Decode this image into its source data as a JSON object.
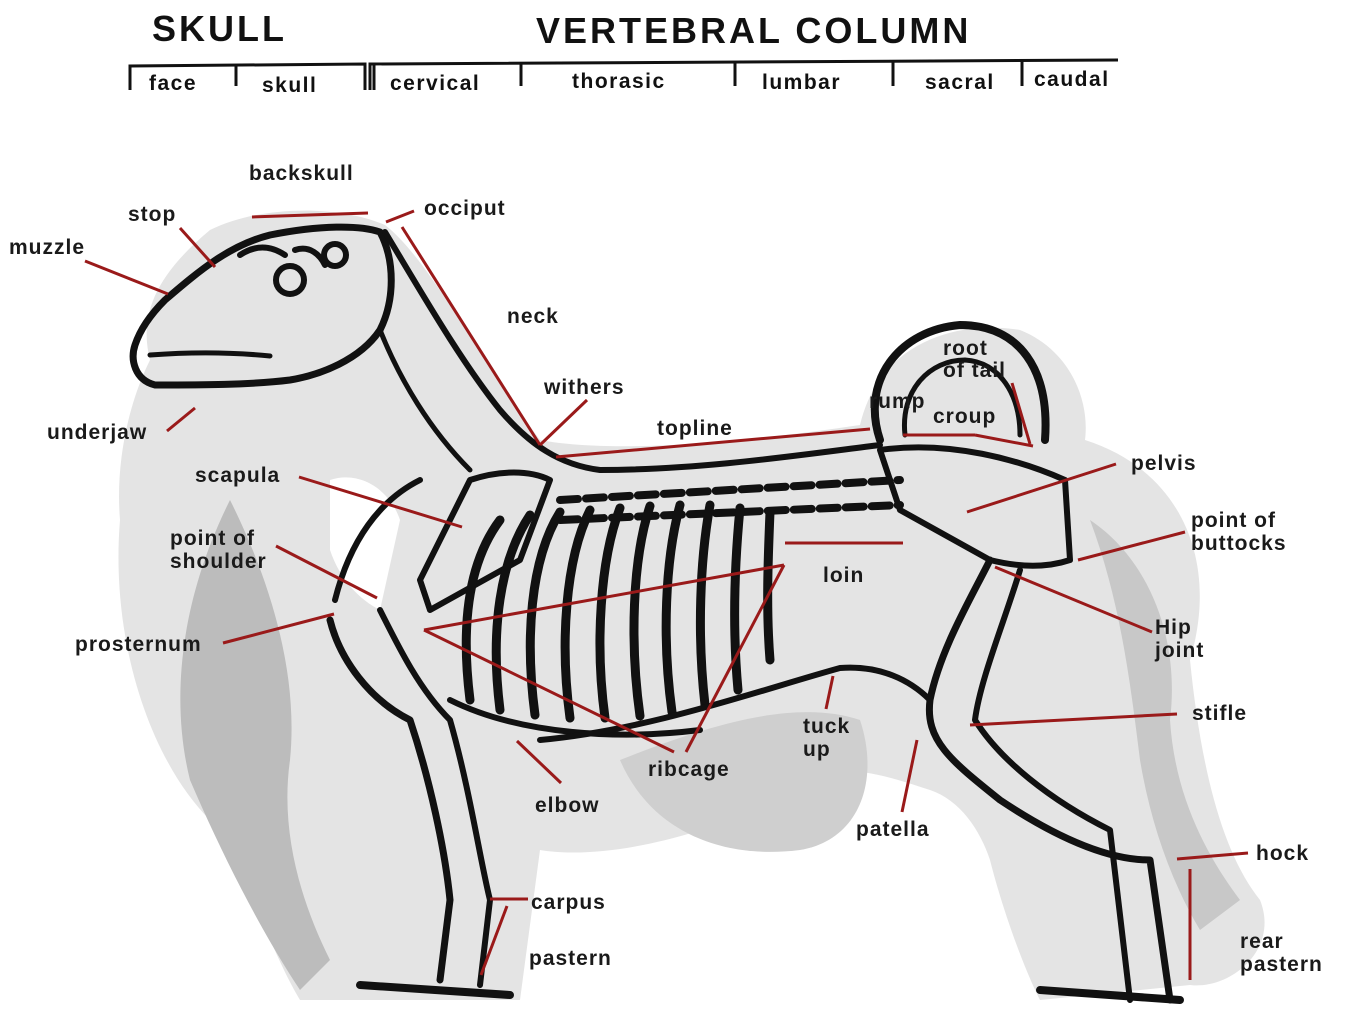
{
  "header": {
    "skull_title": "SKULL",
    "vertebral_title": "VERTEBRAL COLUMN",
    "skull_segments": [
      "face",
      "skull"
    ],
    "vertebral_segments": [
      "cervical",
      "thorasic",
      "lumbar",
      "sacral",
      "caudal"
    ]
  },
  "labels": {
    "backskull": "backskull",
    "occiput": "occiput",
    "stop": "stop",
    "muzzle": "muzzle",
    "neck": "neck",
    "withers": "withers",
    "root_of_tail_1": "root",
    "root_of_tail_2": "of tail",
    "rump": "rump",
    "croup": "croup",
    "underjaw": "underjaw",
    "topline": "topline",
    "scapula": "scapula",
    "pelvis": "pelvis",
    "point_of_shoulder_1": "point of",
    "point_of_shoulder_2": "shoulder",
    "point_of_buttocks_1": "point of",
    "point_of_buttocks_2": "buttocks",
    "loin": "loin",
    "prosternum": "prosternum",
    "hip_joint_1": "Hip",
    "hip_joint_2": "joint",
    "stifle": "stifle",
    "tuck_up_1": "tuck",
    "tuck_up_2": "up",
    "ribcage": "ribcage",
    "elbow": "elbow",
    "patella": "patella",
    "hock": "hock",
    "carpus": "carpus",
    "pastern": "pastern",
    "rear_pastern_1": "rear",
    "rear_pastern_2": "pastern"
  },
  "colors": {
    "leader_line": "#9a1a1a",
    "outline": "#111111",
    "coat_light": "#e6e6e6",
    "coat_mid": "#bdbdbd"
  }
}
